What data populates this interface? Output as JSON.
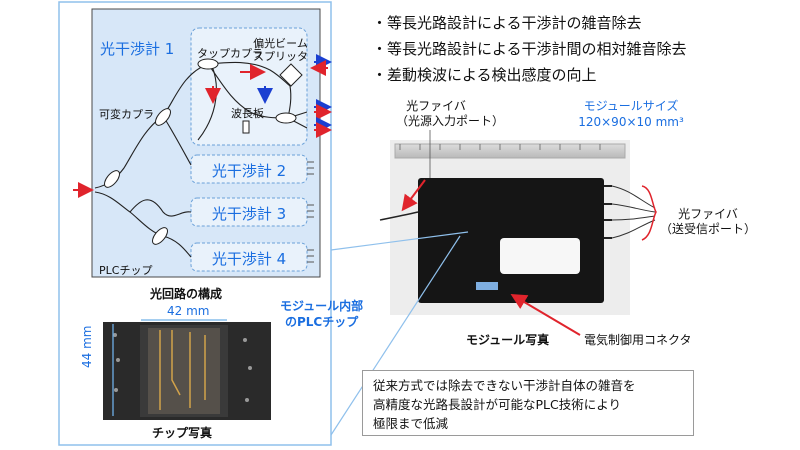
{
  "bullets": [
    "・等長光路設計による干渉計の雑音除去",
    "・等長光路設計による干渉計間の相対雑音除去",
    "・差動検波による検出感度の向上"
  ],
  "circuit": {
    "interferometer_1": "光干渉計 1",
    "interferometer_2": "光干渉計 2",
    "interferometer_3": "光干渉計 3",
    "interferometer_4": "光干渉計 4",
    "tap_coupler": "タップカプラ",
    "pbs_line1": "偏光ビーム",
    "pbs_line2": "スプリッタ",
    "variable_coupler": "可変カプラ",
    "waveplate": "波長板",
    "plc_chip": "PLCチップ",
    "caption": "光回路の構成"
  },
  "module": {
    "fiber_in_line1": "光ファイバ",
    "fiber_in_line2": "（光源入力ポート）",
    "size_line1": "モジュールサイズ",
    "size_line2": "120×90×10 mm³",
    "fiber_out_line1": "光ファイバ",
    "fiber_out_line2": "（送受信ポート）",
    "connector": "電気制御用コネクタ",
    "caption": "モジュール写真",
    "internal_line1": "モジュール内部",
    "internal_line2": "のPLCチップ"
  },
  "chip": {
    "width": "42 mm",
    "height": "44 mm",
    "caption": "チップ写真"
  },
  "note": [
    "従来方式では除去できない干渉計自体の雑音を",
    "高精度な光路長設計が可能なPLC技術により",
    "極限まで低減"
  ],
  "colors": {
    "accent_blue": "#1a6ee0",
    "arrow_red": "#e0242c",
    "arrow_blue": "#1b3fd1",
    "panel_bg": "#d7e7f8",
    "box_bg": "#e9f2fb"
  }
}
